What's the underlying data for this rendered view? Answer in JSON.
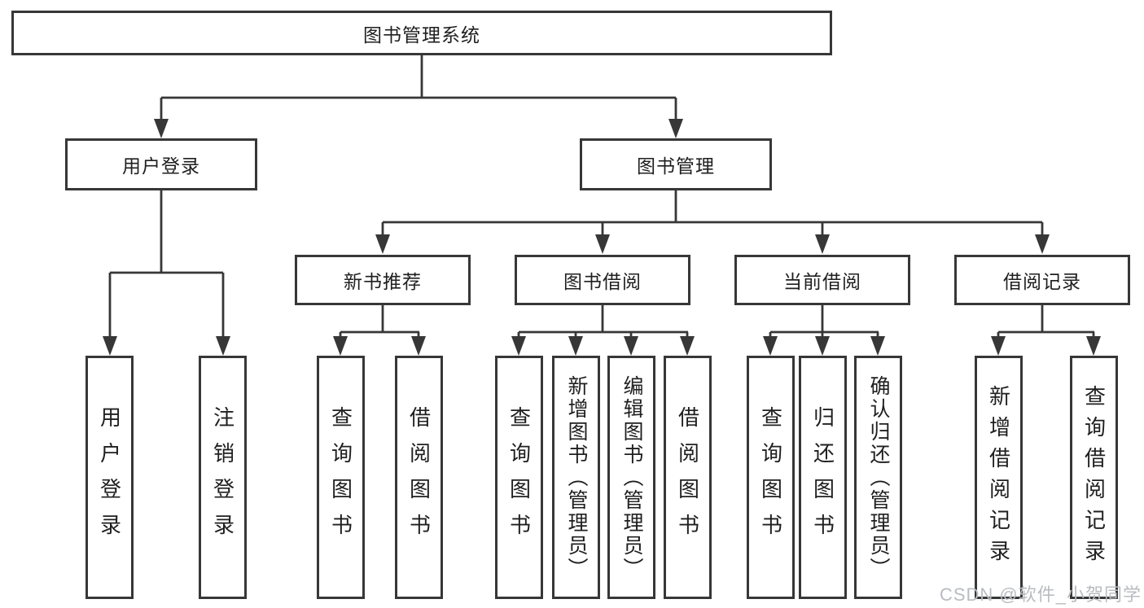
{
  "diagram": {
    "root": {
      "label": "图书管理系统"
    },
    "level1": [
      {
        "label": "用户登录"
      },
      {
        "label": "图书管理"
      }
    ],
    "level2": [
      {
        "label": "新书推荐"
      },
      {
        "label": "图书借阅"
      },
      {
        "label": "当前借阅"
      },
      {
        "label": "借阅记录"
      }
    ],
    "leaves": {
      "user_login": [
        {
          "label": "用户登录"
        },
        {
          "label": "注销登录"
        }
      ],
      "new_book": [
        {
          "label": "查询图书"
        },
        {
          "label": "借阅图书"
        }
      ],
      "book_borrow": [
        {
          "label": "查询图书"
        },
        {
          "label": "新增图书（管理员）"
        },
        {
          "label": "编辑图书（管理员）"
        },
        {
          "label": "借阅图书"
        }
      ],
      "current_borrow": [
        {
          "label": "查询图书"
        },
        {
          "label": "归还图书"
        },
        {
          "label": "确认归还（管理员）"
        }
      ],
      "borrow_record": [
        {
          "label": "新增借阅记录"
        },
        {
          "label": "查询借阅记录"
        }
      ]
    }
  },
  "watermark": {
    "text": "CSDN @软件_小贺同学"
  },
  "colors": {
    "line": "#373737",
    "text": "#1f1f1f",
    "watermark": "#b9bcc0",
    "background": "#ffffff"
  }
}
